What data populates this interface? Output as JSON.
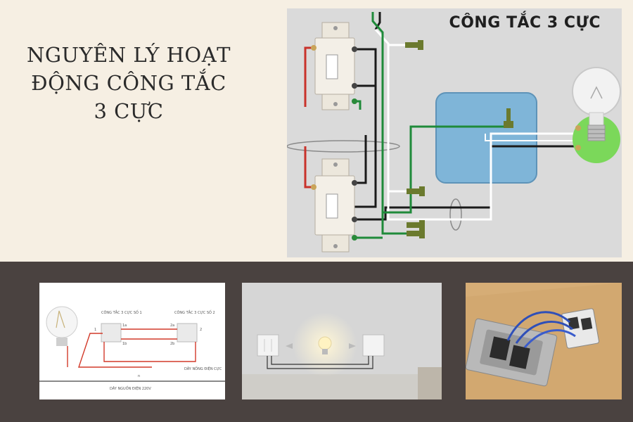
{
  "title": {
    "line1": "NGUYÊN LÝ HOẠT",
    "line2": "ĐỘNG CÔNG TẮC",
    "line3": "3 CỰC"
  },
  "diagram": {
    "heading": "CÔNG TẮC 3 CỰC",
    "colors": {
      "background": "#dadada",
      "hot_wire": "#c8322b",
      "neutral_wire": "#ffffff",
      "ground_wire": "#1f8a3a",
      "black_wire": "#1a1a1a",
      "junction_box": "#7fb5d8",
      "ground_screw": "#6b7a2e"
    }
  },
  "thumbnails": [
    {
      "kind": "wiring-schematic",
      "labels": {
        "switch1": "CÔNG TẮC 3 CỰC SỐ 1",
        "switch2": "CÔNG TẮC 3 CỰC SỐ 2",
        "terminal_1": "1",
        "terminal_1a": "1a",
        "terminal_1b": "1b",
        "terminal_2a": "2a",
        "terminal_2b": "2b",
        "terminal_2": "2",
        "wire_note": "DÂY NỐNG ĐIỆN CỰC",
        "supply": "DÂY NGUỒN ĐIỆN 220V",
        "wire_n": "n"
      }
    },
    {
      "kind": "wall-switches-with-bulb"
    },
    {
      "kind": "switch-wiring-photo"
    }
  ],
  "colors": {
    "page_background": "#f6efe3",
    "bottom_band": "#4a4240"
  }
}
